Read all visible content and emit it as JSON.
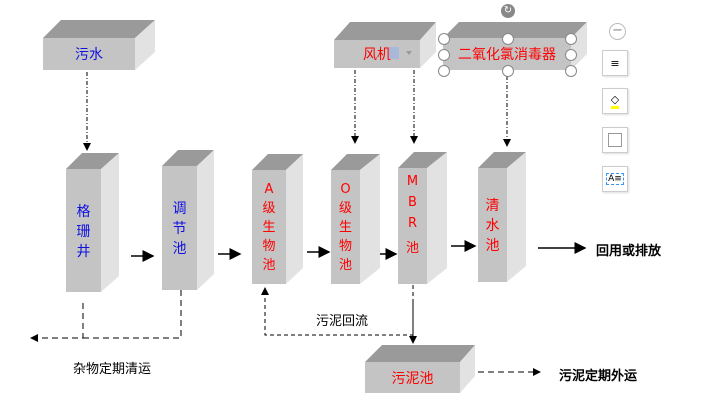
{
  "blocks": {
    "sewage": "污水",
    "screen": [
      "格",
      "珊",
      "井"
    ],
    "regulating": [
      "调",
      "节",
      "池"
    ],
    "a_bio": [
      "A",
      "级",
      "生",
      "物",
      "池"
    ],
    "o_bio": [
      "O",
      "级",
      "生",
      "物",
      "池"
    ],
    "mbr": [
      "M",
      "B",
      "R",
      "池"
    ],
    "clear": [
      "清",
      "水",
      "池"
    ],
    "blower": "风机",
    "disinfector": "二氧化氯消毒器",
    "sludge": "污泥池"
  },
  "labels": {
    "reuse": "回用或排放",
    "debris": "杂物定期清运",
    "return": "污泥回流",
    "sludge_out": "污泥定期外运"
  },
  "colors": {
    "front": "#c4c4c4",
    "top": "#9a9a9a",
    "side": "#e2e2e2",
    "blue_text": "#1010e0",
    "red_text": "#ff0000"
  }
}
